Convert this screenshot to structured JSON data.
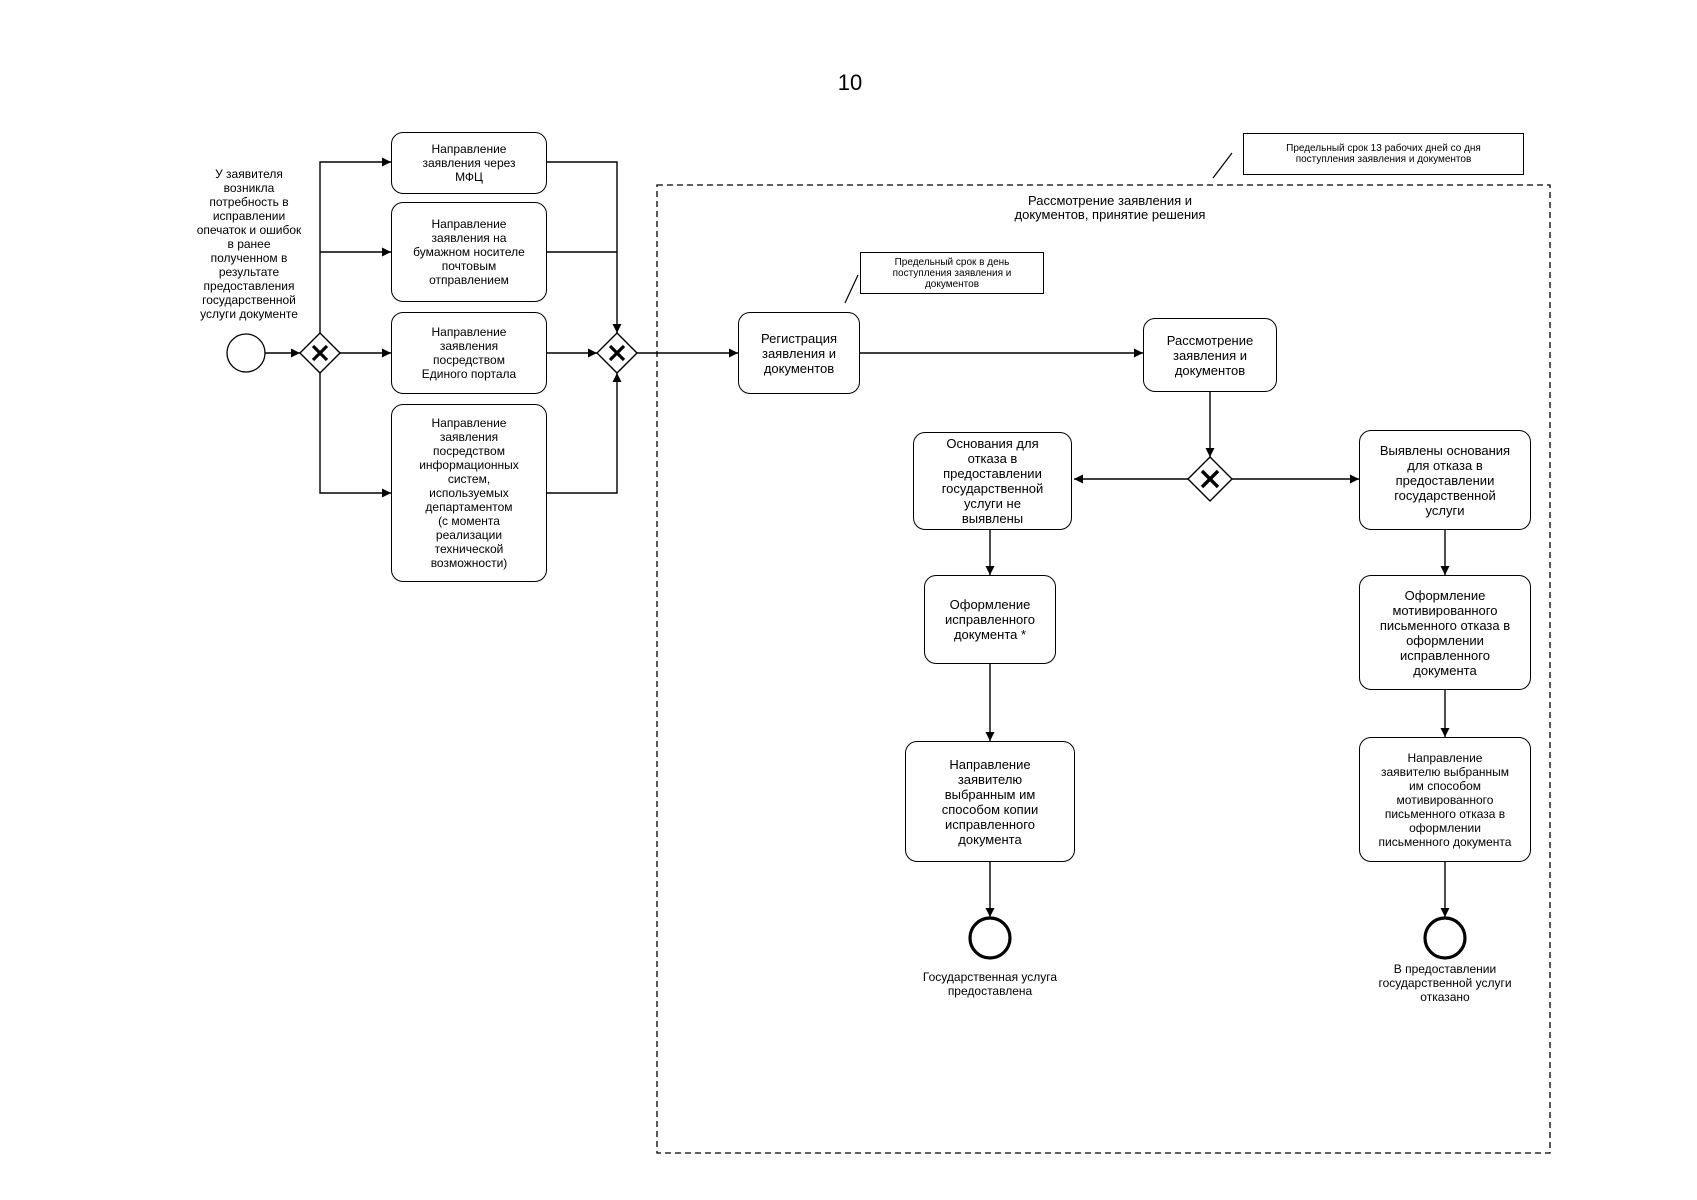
{
  "page_number": "10",
  "start_label": "У заявителя\nвозникла\nпотребность в\nисправлении\nопечаток и ошибок\nв ранее\nполученном в\nрезультате\nпредоставления\nгосударственной\nуслуги документе",
  "channels": [
    "Направление\nзаявления через\nМФЦ",
    "Направление\nзаявления на\nбумажном носителе\nпочтовым\nотправлением",
    "Направление\nзаявления\nпосредством\nЕдиного портала",
    "Направление\nзаявления\nпосредством\nинформационных\nсистем,\nиспользуемых\nдепартаментом\n(с момента\nреализации\nтехнической\nвозможности)"
  ],
  "pool": {
    "title": "Рассмотрение заявления и\nдокументов, принятие решения",
    "deadline_note": "Предельный срок 13 рабочих дней со дня\nпоступления заявления и документов"
  },
  "registration": {
    "label": "Регистрация\nзаявления и\nдокументов",
    "note": "Предельный срок в день\nпоступления заявления и\nдокументов"
  },
  "review": "Рассмотрение\nзаявления и\nдокументов",
  "no_grounds": "Основания для\nотказа в\nпредоставлении\nгосударственной\nуслуги не\nвыявлены",
  "grounds_found": "Выявлены основания\nдля отказа в\nпредоставлении\nгосударственной\nуслуги",
  "issue_corrected": "Оформление\nисправленного\nдокумента *",
  "issue_refusal": "Оформление\nмотивированного\nписьменного отказа в\nоформлении\nисправленного\nдокумента",
  "send_copy": "Направление\nзаявителю\nвыбранным им\nспособом копии\nисправленного\nдокумента",
  "send_refusal": "Направление\nзаявителю выбранным\nим способом\nмотивированного\nписьменного отказа в\nоформлении\nписьменного документа",
  "end_provided": "Государственная услуга\nпредоставлена",
  "end_refused": "В предоставлении\nгосударственной услуги\nотказано"
}
